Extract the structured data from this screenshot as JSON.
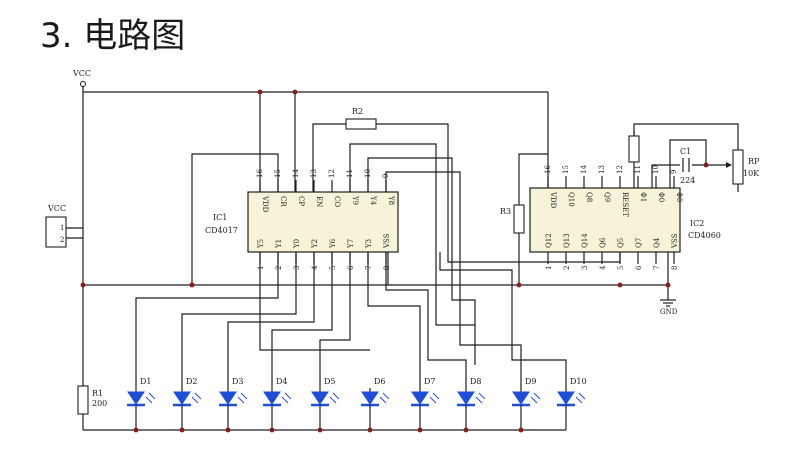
{
  "title": "3. 电路图",
  "labels": {
    "vcc_top": "VCC",
    "connector": "VCC",
    "connector_pins": [
      "1",
      "2"
    ],
    "r1_name": "R1",
    "r1_value": "200",
    "r2_name": "R2",
    "r3_name": "R3",
    "c1_name": "C1",
    "c1_value": "224",
    "rp_name": "RP",
    "rp_value": "10K",
    "gnd": "GND"
  },
  "ic1": {
    "name": "IC1",
    "part": "CD4017",
    "top_numbers": [
      "16",
      "15",
      "14",
      "13",
      "12",
      "11",
      "10",
      "9"
    ],
    "top_pins": [
      "VDD",
      "CR",
      "CP",
      "EN",
      "CO",
      "Y9",
      "Y4",
      "Y8"
    ],
    "bottom_pins": [
      "Y5",
      "Y1",
      "Y0",
      "Y2",
      "Y6",
      "Y7",
      "Y3",
      "VSS"
    ],
    "bottom_numbers": [
      "1",
      "2",
      "3",
      "4",
      "5",
      "6",
      "7",
      "8"
    ]
  },
  "ic2": {
    "name": "IC2",
    "part": "CD4060",
    "top_numbers": [
      "16",
      "15",
      "14",
      "13",
      "12",
      "11",
      "10",
      "9"
    ],
    "top_pins": [
      "VDD",
      "Q10",
      "Q8",
      "Q9",
      "RESET",
      "Φ1",
      "Φ0",
      "Φ0"
    ],
    "bottom_pins": [
      "Q12",
      "Q13",
      "Q14",
      "Q6",
      "Q5",
      "Q7",
      "Q4",
      "VSS"
    ],
    "bottom_numbers": [
      "1",
      "2",
      "3",
      "4",
      "5",
      "6",
      "7",
      "8"
    ]
  },
  "leds": [
    "D1",
    "D2",
    "D3",
    "D4",
    "D5",
    "D6",
    "D7",
    "D8",
    "D9",
    "D10"
  ]
}
